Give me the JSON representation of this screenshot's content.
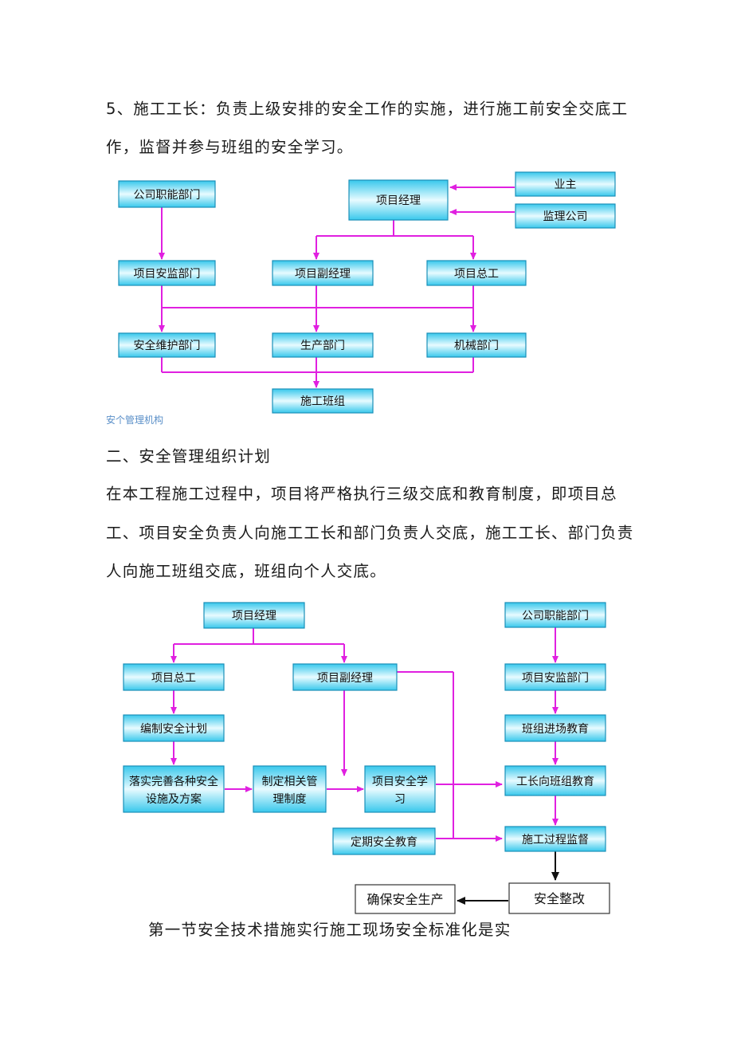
{
  "paragraph1": {
    "line1": "5、施工工长：负责上级安排的安全工作的实施，进行施工前安全交底工",
    "line2": "作，监督并参与班组的安全学习。"
  },
  "chart1": {
    "caption": "安个管理机构",
    "boxes": {
      "gongsi": "公司职能部门",
      "xiangmu_jingli": "项目经理",
      "yezhu": "业主",
      "jianli": "监理公司",
      "anjian": "项目安监部门",
      "fujingli": "项目副经理",
      "zonggong": "项目总工",
      "weihu": "安全维护部门",
      "shengchan": "生产部门",
      "jixie": "机械部门",
      "banzu": "施工班组"
    }
  },
  "section_heading": "二、安全管理组织计划",
  "paragraph2": {
    "line1": "在本工程施工过程中，项目将严格执行三级交底和教育制度，即项目总",
    "line2": "工、项目安全负责人向施工工长和部门负责人交底，施工工长、部门负责",
    "line3": "人向施工班组交底，班组向个人交底。"
  },
  "chart2": {
    "boxes": {
      "jingli": "项目经理",
      "gongsi": "公司职能部门",
      "zonggong": "项目总工",
      "fujingli": "项目副经理",
      "anjian": "项目安监部门",
      "bianzhi": "编制安全计划",
      "jinchang": "班组进场教育",
      "luoshi_1": "落实完善各种安全",
      "luoshi_2": "设施及方案",
      "zhiding_1": "制定相关管",
      "zhiding_2": "理制度",
      "xuexi_1": "项目安全学",
      "xuexi_2": "习",
      "gongzhang": "工长向班组教育",
      "dingqi": "定期安全教育",
      "jiandu": "施工过程监督",
      "queba": "确保安全生产",
      "zhenggai": "安全整改"
    }
  },
  "footer_line": "第一节安全技术措施实行施工现场安全标准化是实",
  "colors": {
    "box_fill_edge": "#38c8ec",
    "box_fill_center": "#e8fbff",
    "box_border": "#1a8fb8",
    "arrow": "#e020e0",
    "caption": "#5a8fc8"
  }
}
